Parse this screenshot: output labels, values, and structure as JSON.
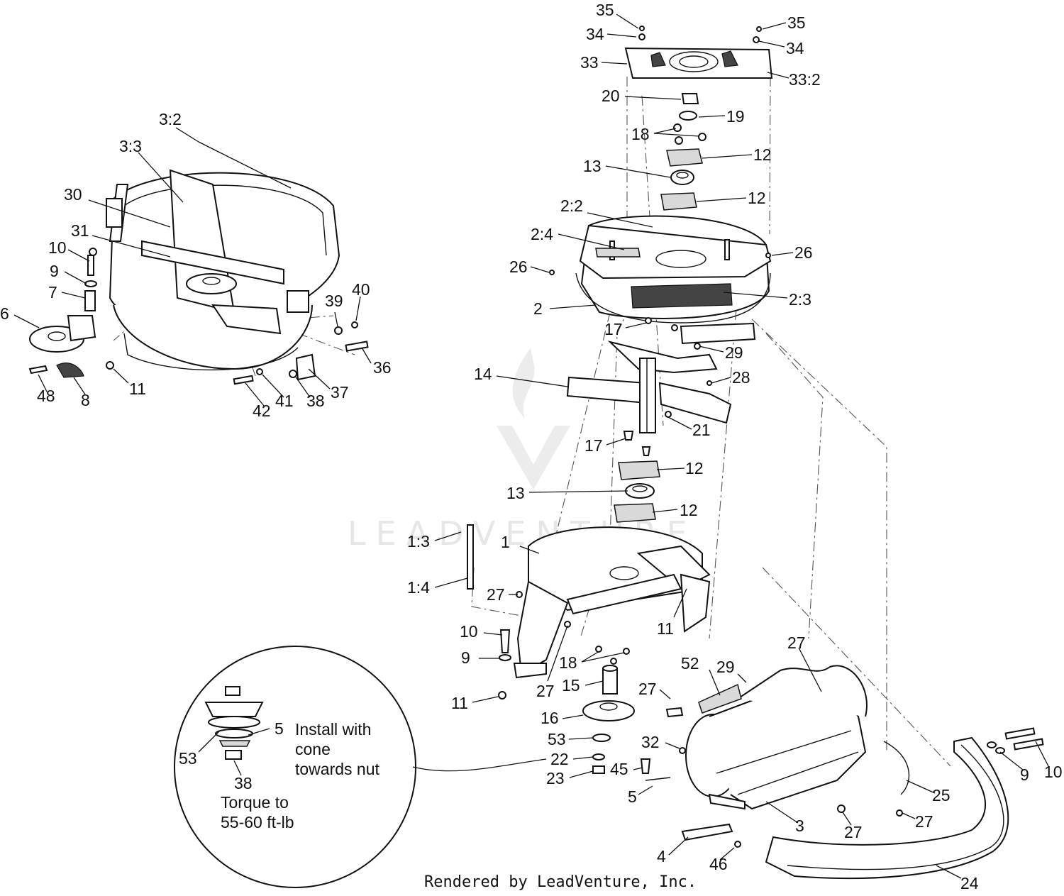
{
  "diagram": {
    "watermark": "LEADVENTURE",
    "footer": "Rendered by LeadVenture, Inc.",
    "callouts": [
      "35",
      "34",
      "33",
      "35",
      "34",
      "33:2",
      "20",
      "19",
      "18",
      "12",
      "13",
      "12",
      "2:2",
      "2:4",
      "26",
      "26",
      "2:3",
      "2",
      "17",
      "29",
      "14",
      "28",
      "21",
      "17",
      "12",
      "13",
      "12",
      "1:3",
      "1",
      "1:4",
      "27",
      "11",
      "10",
      "9",
      "27",
      "18",
      "11",
      "15",
      "16",
      "53",
      "22",
      "23",
      "52",
      "29",
      "27",
      "27",
      "32",
      "45",
      "5",
      "3",
      "4",
      "46",
      "27",
      "25",
      "27",
      "24",
      "9",
      "10",
      "3:2",
      "3:3",
      "30",
      "31",
      "10",
      "9",
      "7",
      "6",
      "48",
      "8",
      "11",
      "39",
      "40",
      "36",
      "37",
      "38",
      "41",
      "42",
      "5",
      "53",
      "38"
    ],
    "detail_note": {
      "install_lines": [
        "Install with",
        "cone",
        "towards nut"
      ],
      "torque_lines": [
        "Torque to",
        "55-60 ft-lb"
      ]
    }
  }
}
